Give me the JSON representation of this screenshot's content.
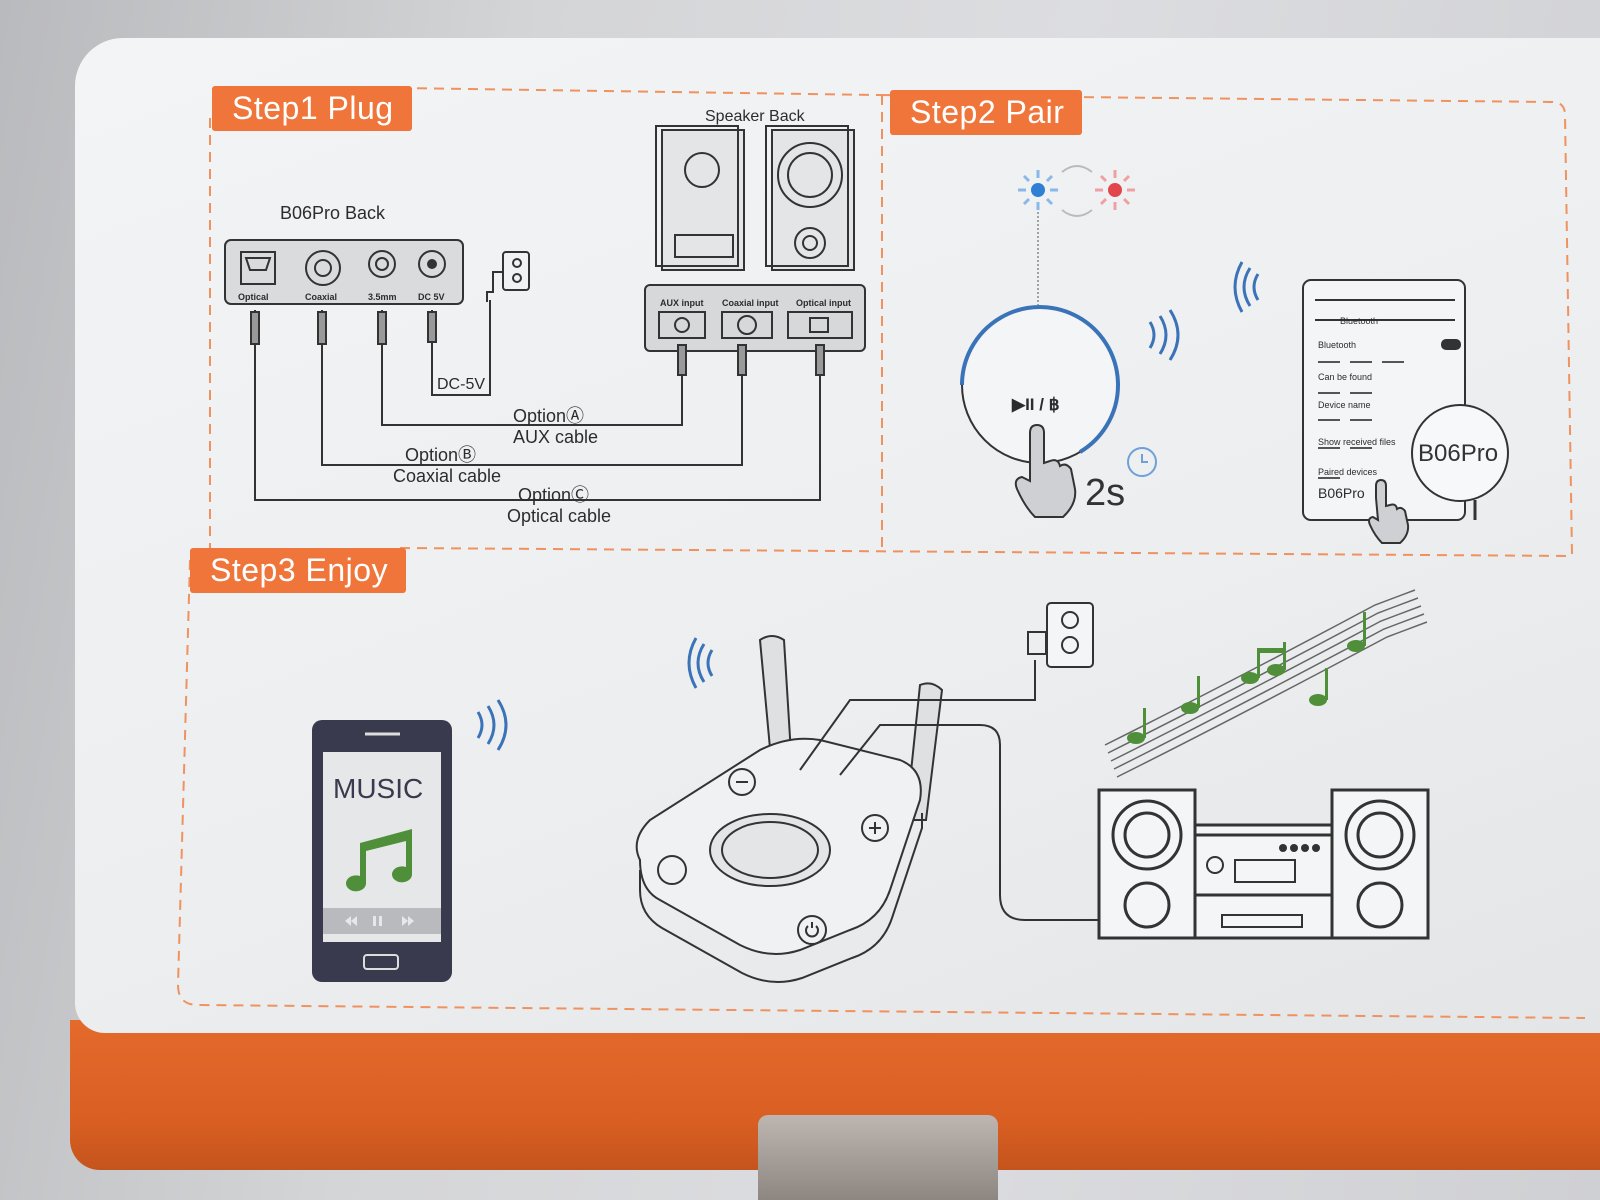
{
  "steps": {
    "step1": "Step1 Plug",
    "step2": "Step2 Pair",
    "step3": "Step3 Enjoy"
  },
  "step1": {
    "device_back": "B06Pro Back",
    "speaker_back": "Speaker Back",
    "ports": [
      "Optical",
      "Coaxial",
      "3.5mm",
      "DC 5V"
    ],
    "speaker_inputs": [
      "AUX input",
      "Coaxial input",
      "Optical input"
    ],
    "power_label": "DC-5V",
    "options": [
      {
        "name": "OptionⒶ",
        "cable": "AUX cable"
      },
      {
        "name": "OptionⒷ",
        "cable": "Coaxial cable"
      },
      {
        "name": "OptionⒸ",
        "cable": "Optical cable"
      }
    ]
  },
  "step2": {
    "button_glyph": "▶II / ฿",
    "hold_time": "2s",
    "phone_header": "Bluetooth",
    "phone_rows": [
      "Bluetooth",
      "Can be found",
      "Device name",
      "Show received files",
      "Paired devices"
    ],
    "device_name": "B06Pro",
    "device_name_circle": "B06Pro"
  },
  "step3": {
    "phone_screen_title": "MUSIC"
  },
  "colors": {
    "accent": "#f0753a",
    "blue_led": "#2f7fd6",
    "red_led": "#e0464c",
    "music_note": "#4f8f3a",
    "box_orange": "#dc6224"
  }
}
